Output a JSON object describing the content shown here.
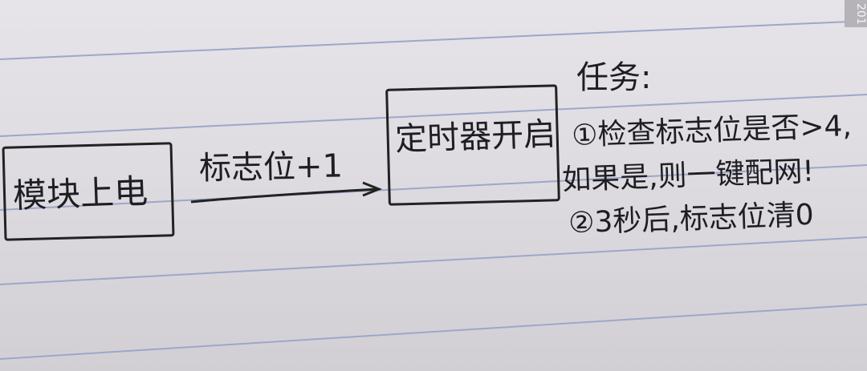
{
  "diagram": {
    "nodes": {
      "module": "模块上电",
      "timer": "定时器开启"
    },
    "edge_label": "标志位+1",
    "tasks": {
      "title": "任务:",
      "item1_line1": "①检查标志位是否>4,",
      "item1_line2": "如果是,则一键配网!",
      "item2": "②3秒后,标志位清0"
    },
    "corner_text": "201"
  },
  "colors": {
    "paper": "#e3e1e5",
    "ruled_line": "#9fa6c9",
    "ink": "#1e1e22"
  }
}
